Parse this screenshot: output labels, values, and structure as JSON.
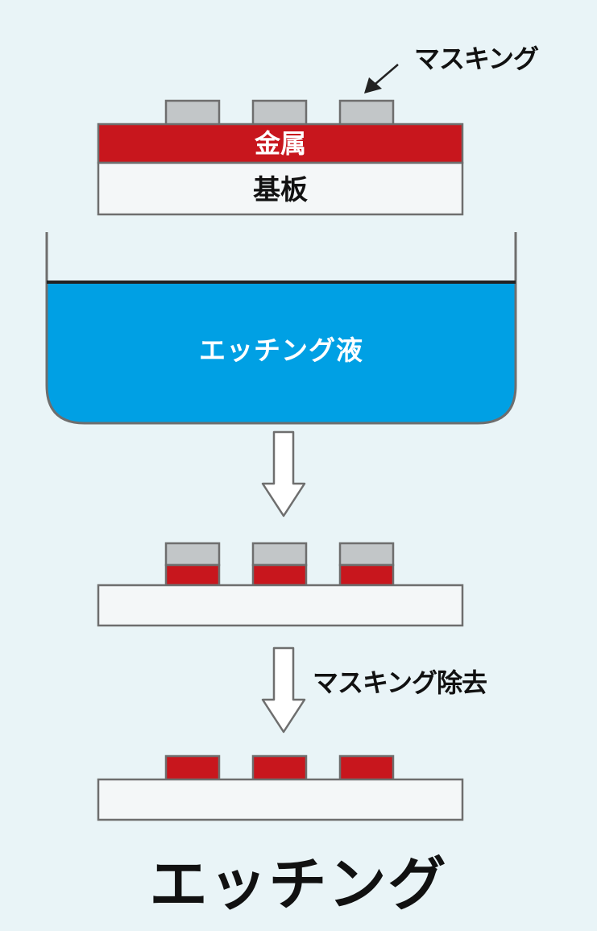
{
  "labels": {
    "masking": "マスキング",
    "metal": "金属",
    "substrate": "基板",
    "etching_liquid": "エッチング液",
    "masking_removal": "マスキング除去",
    "title": "エッチング"
  },
  "colors": {
    "background": "#e9f4f7",
    "metal": "#c8161d",
    "mask": "#c2c6c8",
    "substrate": "#f4f7f8",
    "liquid": "#00a0e4",
    "outline": "#6e6e6e"
  }
}
